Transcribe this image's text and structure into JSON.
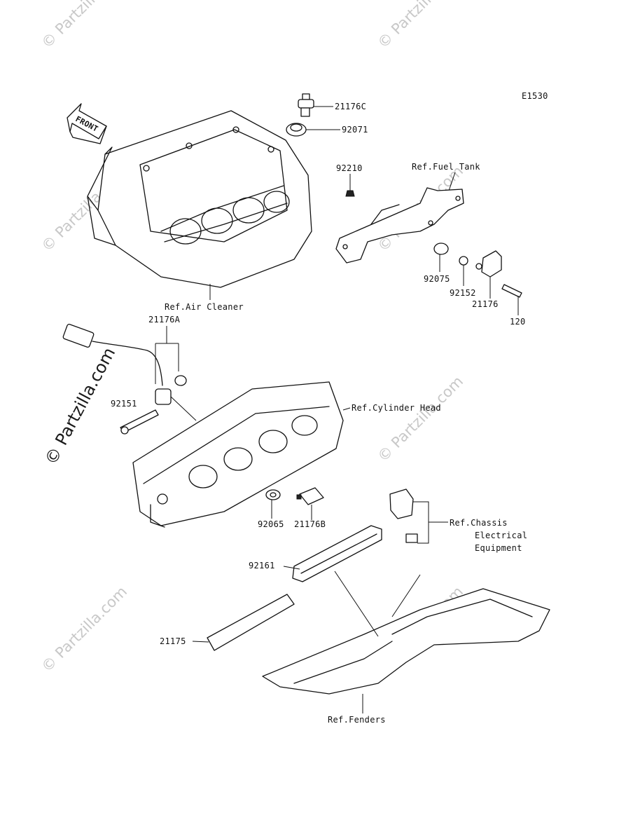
{
  "diagram": {
    "code": "E1530",
    "front_label": "FRONT",
    "watermark": "© Partzilla.com",
    "labels": {
      "p21176C": "21176C",
      "p92071": "92071",
      "p92210": "92210",
      "ref_fuel_tank": "Ref.Fuel Tank",
      "p92075": "92075",
      "p92152": "92152",
      "p21176": "21176",
      "p120": "120",
      "ref_air_cleaner": "Ref.Air Cleaner",
      "p21176A": "21176A",
      "p92151": "92151",
      "ref_cylinder_head": "Ref.Cylinder Head",
      "p92065": "92065",
      "p21176B": "21176B",
      "ref_chassis_1": "Ref.Chassis",
      "ref_chassis_2": "Electrical",
      "ref_chassis_3": "Equipment",
      "p92161": "92161",
      "p21175": "21175",
      "ref_fenders": "Ref.Fenders"
    }
  }
}
